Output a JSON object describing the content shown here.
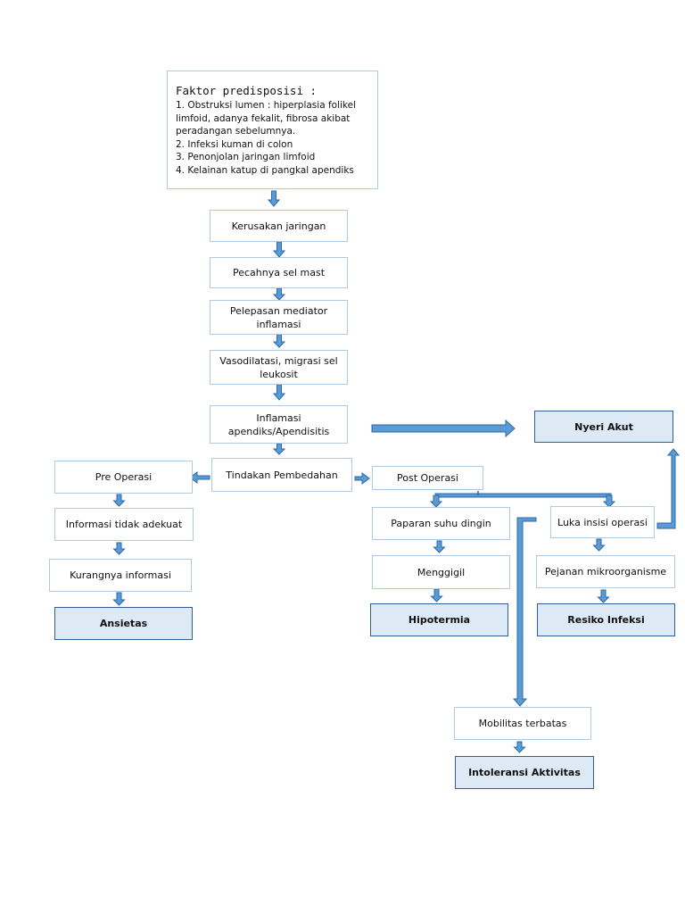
{
  "factor": {
    "title": "Faktor predisposisi :",
    "items": [
      "1. Obstruksi lumen : hiperplasia folikel limfoid, adanya fekalit, fibrosa akibat peradangan sebelumnya.",
      "2. Infeksi kuman di colon",
      "3. Penonjolan jaringan limfoid",
      "4. Kelainan katup di pangkal apendiks"
    ]
  },
  "main_chain": {
    "kerusakan": "Kerusakan jaringan",
    "pecahnya": "Pecahnya sel mast",
    "pelepasan": "Pelepasan mediator inflamasi",
    "vasodilatasi": "Vasodilatasi, migrasi sel leukosit",
    "inflamasi": "Inflamasi apendiks/Apendisitis",
    "tindakan": "Tindakan Pembedahan"
  },
  "pre": {
    "pre_operasi": "Pre Operasi",
    "informasi": "Informasi tidak adekuat",
    "kurangnya": "Kurangnya informasi"
  },
  "post": {
    "post_operasi": "Post Operasi",
    "paparan": "Paparan suhu dingin",
    "menggigil": "Menggigil",
    "luka": "Luka insisi operasi",
    "pejanan": "Pejanan mikroorganisme",
    "mobilitas": "Mobilitas terbatas"
  },
  "diagnoses": {
    "nyeri": "Nyeri Akut",
    "ansietas": "Ansietas",
    "hipotermia": "Hipotermia",
    "resiko": "Resiko Infeksi",
    "intoleransi": "Intoleransi Aktivitas"
  },
  "colors": {
    "arrow_fill": "#5b9bd5",
    "arrow_stroke": "#2e6aa8",
    "node_border": "#aecbe6",
    "diagnosis_fill": "#dde9f5",
    "diagnosis_border": "#2f5f95"
  }
}
